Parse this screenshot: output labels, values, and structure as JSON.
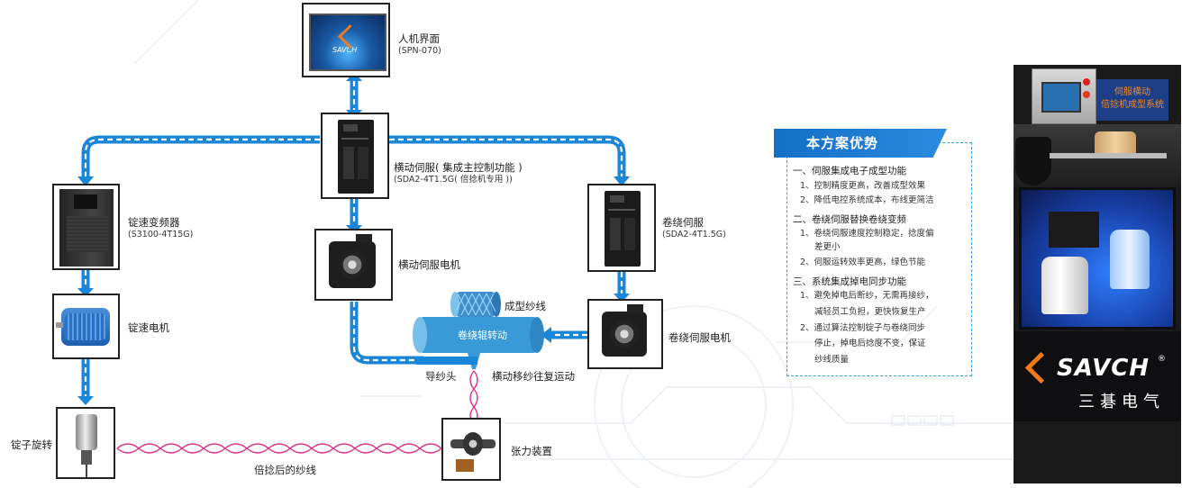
{
  "hmi": {
    "name": "人机界面",
    "model": "(SPN-070)",
    "logo_text": "SAVCH"
  },
  "traverse_drive": {
    "name": "横动伺服( 集成主控制功能 )",
    "model": "(SDA2-4T1.5G( 倍捻机专用 ))"
  },
  "spindle_inverter": {
    "name": "锭速变频器",
    "model": "(S3100-4T15G)"
  },
  "traverse_motor": {
    "name": "横动伺服电机"
  },
  "winding_drive": {
    "name": "卷绕伺服",
    "model": "(SDA2-4T1.5G)"
  },
  "spindle_motor": {
    "name": "锭速电机"
  },
  "winding_motor": {
    "name": "卷绕伺服电机"
  },
  "package": {
    "label": "成型纱线"
  },
  "roller": {
    "label": "卷绕辊转动"
  },
  "yarn_guide": {
    "label": "导纱头"
  },
  "traverse_motion": {
    "label": "横动移纱往复运动"
  },
  "spindle_rotation": {
    "label": "锭子旋转"
  },
  "twisted_yarn": {
    "label": "倍捻后的纱线"
  },
  "tension_device": {
    "label": "张力装置"
  },
  "advantages": {
    "title": "本方案优势",
    "sections": [
      {
        "heading": "一、伺服集成电子成型功能",
        "items": [
          "1、控制精度更高，改善成型效果",
          "2、降低电控系统成本，布线更简洁"
        ]
      },
      {
        "heading": "二、卷绕伺服替换卷绕变频",
        "items": [
          "1、卷绕伺服速度控制稳定，捻度偏",
          "差更小",
          "2、伺服运转效率更高，绿色节能"
        ]
      },
      {
        "heading": "三、系统集成掉电同步功能",
        "items": [
          "1、避免掉电后断纱，无需再接纱，",
          "减轻员工负担，更快恢复生产",
          "2、通过算法控制锭子与卷绕同步",
          "停止，掉电后捻度不变，保证",
          "纱线质量"
        ]
      }
    ]
  },
  "machine": {
    "sign_line1": "伺服横动",
    "sign_line2": "倍捻机成型系统",
    "brand_en": "SAVCH",
    "brand_cn": "三碁电气",
    "registered": "®"
  },
  "colors": {
    "accent": "#1a86d8",
    "yarn": "#e0308a",
    "frame": "#222222"
  }
}
